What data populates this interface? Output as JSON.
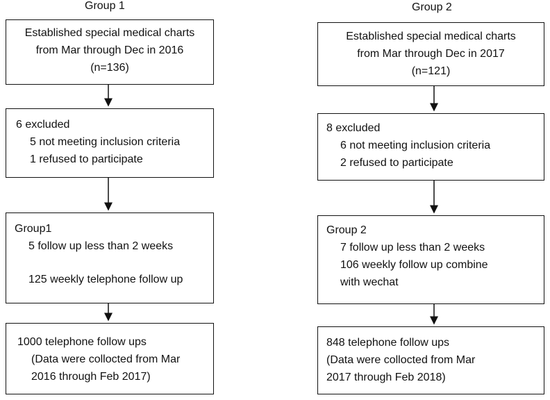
{
  "group1": {
    "title": "Group 1",
    "box1": [
      "Established special medical charts",
      "from Mar through Dec in 2016",
      "(n=136)"
    ],
    "box2": {
      "heading": "6 excluded",
      "items": [
        "5 not meeting inclusion criteria",
        "1 refused to participate"
      ]
    },
    "box3": {
      "heading": "Group1",
      "items": [
        "5 follow up less than 2 weeks",
        "125 weekly telephone follow up"
      ]
    },
    "box4": [
      "1000 telephone follow ups",
      "(Data were collocted from Mar",
      "2016 through Feb 2017)"
    ]
  },
  "group2": {
    "title": "Group 2",
    "box1": [
      "Established special medical charts",
      "from Mar through Dec in 2017",
      "(n=121)"
    ],
    "box2": {
      "heading": "8 excluded",
      "items": [
        "6 not meeting inclusion criteria",
        "2 refused to participate"
      ]
    },
    "box3": {
      "heading": "Group 2",
      "items": [
        "7 follow up less than 2 weeks",
        "106 weekly follow up combine",
        "with wechat"
      ]
    },
    "box4": [
      "848 telephone follow ups",
      "(Data were collocted from Mar",
      "2017 through Feb 2018)"
    ]
  },
  "colors": {
    "stroke": "#111111",
    "background": "#ffffff"
  }
}
